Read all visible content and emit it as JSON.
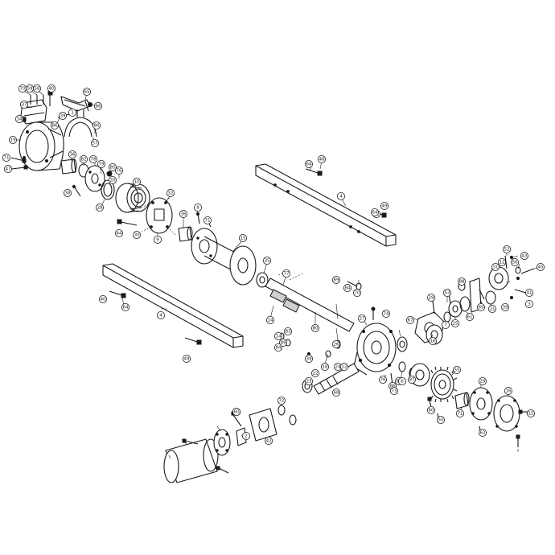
{
  "diagram": {
    "callouts": [
      "70",
      "59",
      "58",
      "40",
      "65",
      "66",
      "37",
      "34",
      "39",
      "1",
      "86",
      "80",
      "19",
      "57",
      "71",
      "47",
      "36",
      "82",
      "78",
      "79",
      "85",
      "20",
      "76",
      "10",
      "38",
      "32",
      "28",
      "44",
      "9",
      "30",
      "64",
      "48",
      "4",
      "61",
      "49",
      "8",
      "71",
      "36",
      "15",
      "40",
      "64",
      "4",
      "64",
      "49",
      "35",
      "77",
      "14",
      "89",
      "84",
      "70",
      "74",
      "27",
      "80",
      "83",
      "14",
      "89",
      "84",
      "39",
      "18",
      "24",
      "26",
      "22",
      "22",
      "23",
      "68",
      "87",
      "86",
      "81",
      "76",
      "73",
      "6",
      "67",
      "16",
      "52",
      "43",
      "56",
      "45",
      "11",
      "88",
      "41",
      "3",
      "31",
      "53",
      "29",
      "7",
      "25",
      "61",
      "39",
      "69",
      "21",
      "55",
      "29",
      "62",
      "60",
      "50",
      "2",
      "8",
      "71",
      "16",
      "60",
      "42",
      "72",
      "15"
    ]
  }
}
